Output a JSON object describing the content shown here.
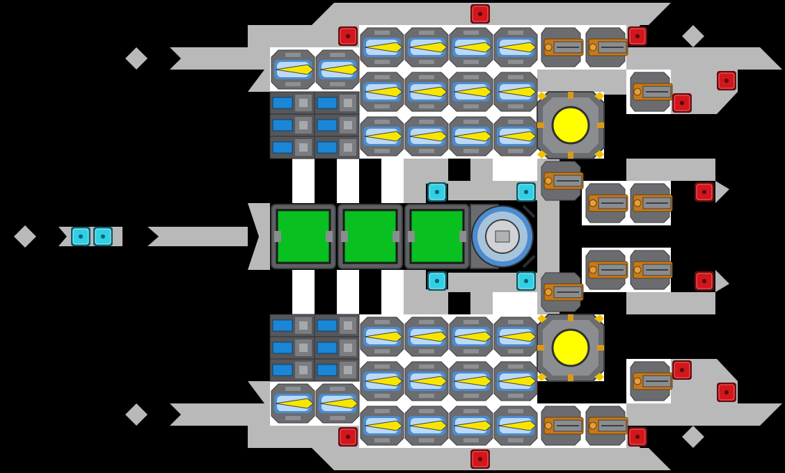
{
  "screen": {
    "title": "",
    "background_color": "#000000"
  },
  "palette": {
    "hull_gray": "#b9b9b9",
    "hull_white": "#ffffff",
    "module_dark": "#5f6063",
    "module_mid": "#7b7c80",
    "thruster_yellow": "#f7e600",
    "thruster_blue": "#4c8ccf",
    "cannon_brown": "#c57a1b",
    "armor_red": "#d3151c",
    "shield_cyan": "#2fd0e6",
    "core_green": "#08c020",
    "reactor_yellow": "#ffff00",
    "battery_blue": "#1b86d6"
  },
  "ship": {
    "modules": {
      "thrusters": "thruster-module",
      "cannons": "cannon-module",
      "armor": "armor-block",
      "shields": "shield-node",
      "cargo": "cargo-bay",
      "reactors": "reactor-core",
      "batteries": "battery-cell",
      "command": "command-bridge"
    }
  }
}
